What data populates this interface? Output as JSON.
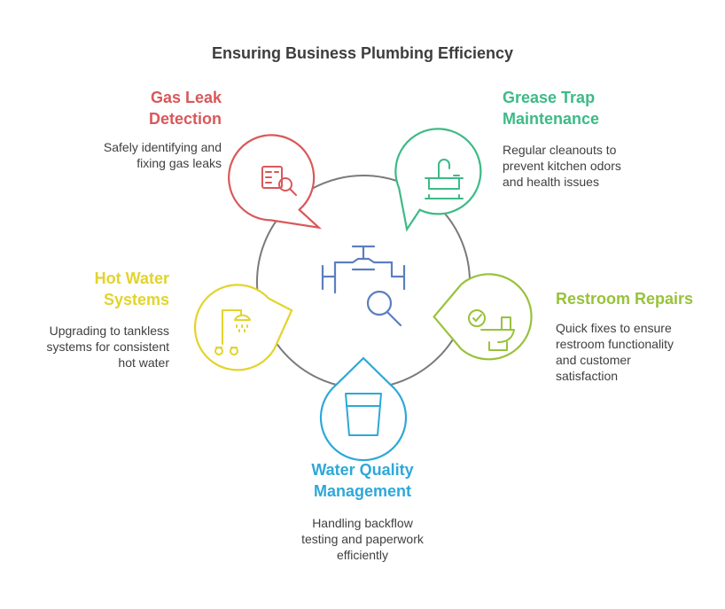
{
  "title": "Ensuring Business Plumbing Efficiency",
  "center_icon": "valve-magnifier-icon",
  "items": [
    {
      "heading_line1": "Gas Leak",
      "heading_line2": "Detection",
      "desc_line1": "Safely identifying and",
      "desc_line2": "fixing gas leaks",
      "desc_line3": "",
      "color": "#d9585a",
      "icon": "gas-meter-magnifier-icon"
    },
    {
      "heading_line1": "Grease Trap",
      "heading_line2": "Maintenance",
      "desc_line1": "Regular cleanouts to",
      "desc_line2": "prevent kitchen odors",
      "desc_line3": "and health issues",
      "color": "#3dba86",
      "icon": "sink-icon"
    },
    {
      "heading_line1": "Restroom Repairs",
      "heading_line2": "",
      "desc_line1": "Quick fixes to ensure",
      "desc_line2": "restroom functionality",
      "desc_line3": "and customer",
      "desc_line4": "satisfaction",
      "color": "#98c23a",
      "icon": "toilet-check-icon"
    },
    {
      "heading_line1": "Water Quality",
      "heading_line2": "Management",
      "desc_line1": "Handling backflow",
      "desc_line2": "testing and paperwork",
      "desc_line3": "efficiently",
      "color": "#2ea8d8",
      "icon": "water-glass-icon"
    },
    {
      "heading_line1": "Hot Water",
      "heading_line2": "Systems",
      "desc_line1": "Upgrading to tankless",
      "desc_line2": "systems for consistent",
      "desc_line3": "hot water",
      "color": "#e2d42c",
      "icon": "shower-icon"
    }
  ]
}
